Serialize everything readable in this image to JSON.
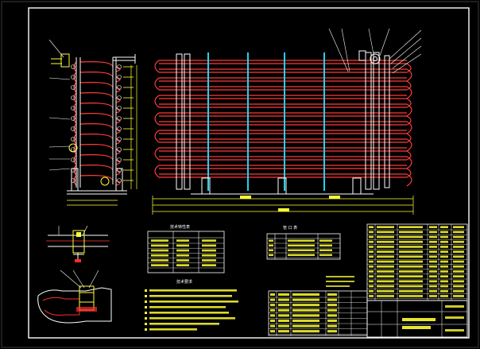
{
  "colors": {
    "background": "#000000",
    "frame": "#ffffff",
    "tube": "#ff3b3b",
    "support_plate": "#22d3ee",
    "detail": "#ffff33",
    "leader": "#ffffff",
    "hatch": "#ff2d2d",
    "table_text": "#ffff33"
  },
  "drawing": {
    "tech_table_title": "技术特性表",
    "nozzle_table_title": "管 口 表",
    "tech_requirements_title": "技术要求"
  }
}
